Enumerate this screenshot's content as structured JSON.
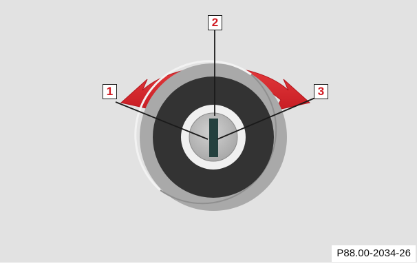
{
  "colors": {
    "background": "#e2e2e2",
    "outer_bezel": "#a9a9a9",
    "bezel_highlight": "#f2f2f2",
    "inner_ring": "#333333",
    "key_cylinder_rim": "#f0f0f0",
    "key_cylinder_face": "#b2b2b2",
    "key_slot": "#24403e",
    "arrow": "#d9262c",
    "callout_text": "#d01a22",
    "leader_line": "#1a1a1a"
  },
  "icons": {
    "arrow": "curved-double-arrow",
    "cylinder": "ignition-lock-icon"
  },
  "callouts": [
    {
      "id": "1",
      "label": "1"
    },
    {
      "id": "2",
      "label": "2"
    },
    {
      "id": "3",
      "label": "3"
    }
  ],
  "figure_code": "P88.00-2034-26"
}
